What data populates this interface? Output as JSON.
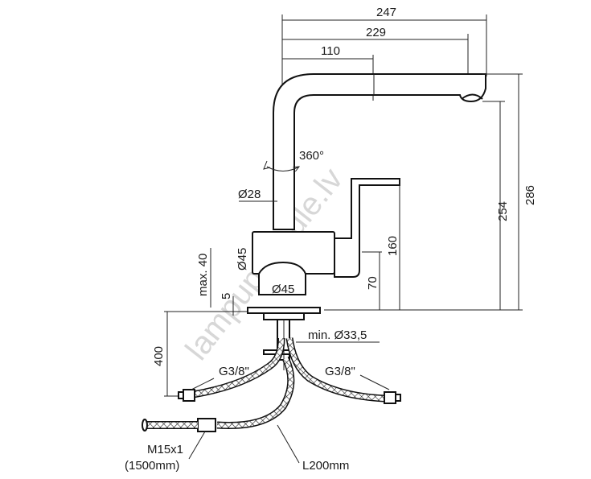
{
  "drawing": {
    "dimensions": {
      "d247": "247",
      "d229": "229",
      "d110": "110",
      "d286": "286",
      "d254": "254",
      "d160": "160",
      "d70": "70",
      "d400": "400",
      "max40": "max. 40",
      "d5": "5",
      "rot": "360°",
      "dia28": "Ø28",
      "dia45a": "Ø45",
      "dia45b": "Ø45",
      "hole": "min. Ø33,5",
      "g38left": "G3/8\"",
      "g38right": "G3/8\"",
      "m15": "M15x1",
      "len1500": "(1500mm)",
      "l200": "L200mm"
    },
    "watermark": "lampupasaule.lv",
    "colors": {
      "line": "#111111",
      "watermark": "#b8b8b8"
    }
  }
}
